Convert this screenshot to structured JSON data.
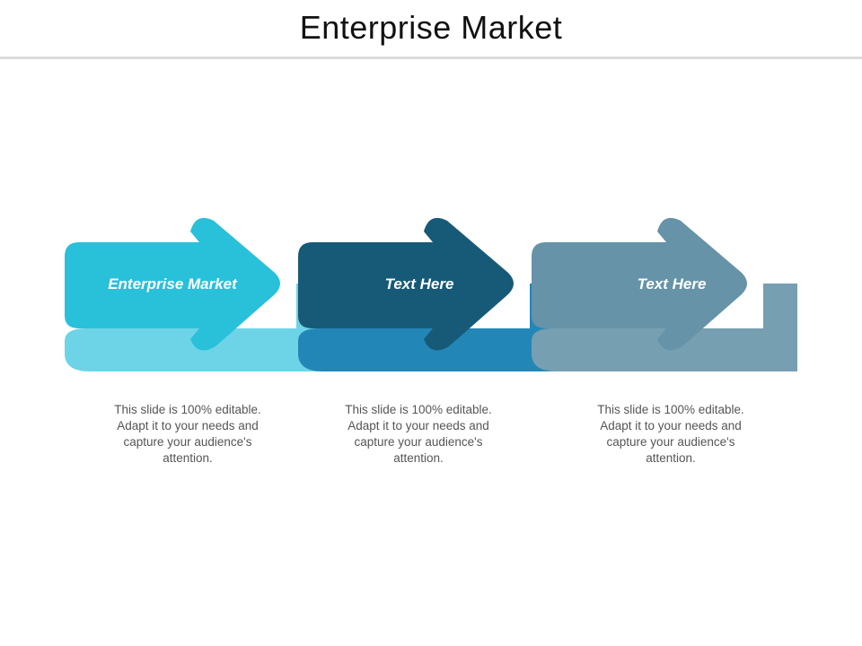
{
  "title": "Enterprise Market",
  "colors": {
    "step1_arrow": "#29c0da",
    "step1_ribbon": "#6cd4e6",
    "step2_arrow": "#175a77",
    "step2_ribbon": "#2286b7",
    "step3_arrow": "#6693a8",
    "step3_ribbon": "#779fb2"
  },
  "steps": [
    {
      "label": "Enterprise Market",
      "description": "This slide is 100% editable. Adapt it to your needs and capture your audience's attention."
    },
    {
      "label": "Text Here",
      "description": "This slide is 100% editable. Adapt it to your needs and capture your audience's attention."
    },
    {
      "label": "Text Here",
      "description": "This slide is 100% editable. Adapt it to your needs and capture your audience's attention."
    }
  ]
}
